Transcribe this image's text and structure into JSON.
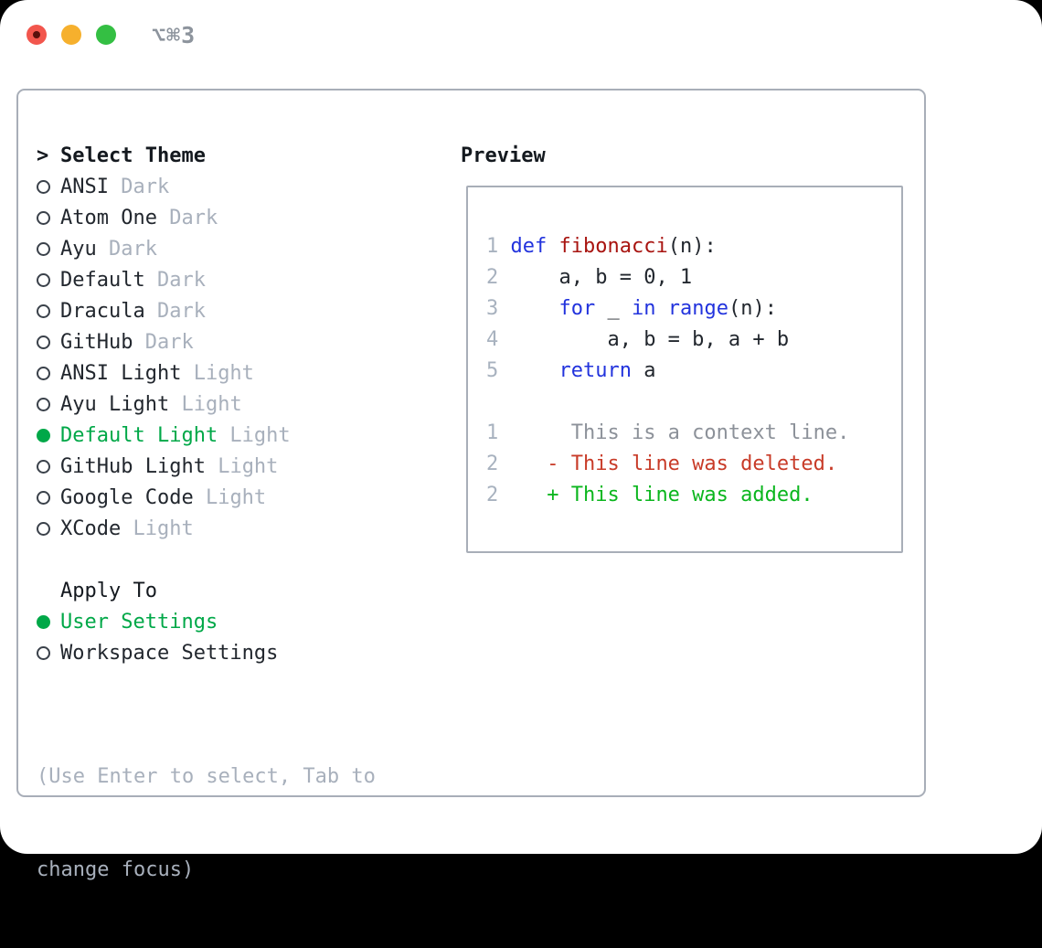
{
  "window": {
    "titlebar": {
      "title": "⌥⌘3"
    }
  },
  "colors": {
    "accent_green": "#00a848",
    "keyword_blue": "#2233dd",
    "function_red": "#a81410",
    "deleted_red": "#c83b28",
    "added_green": "#0bb61e",
    "text_dark": "#22272e",
    "header_dark": "#14191f",
    "muted_gray": "#a8b0bc",
    "linenum_gray": "#a8b2bf",
    "context_gray": "#8c9199",
    "border_gray": "#a8aeb8",
    "traffic_red": "#f2564d",
    "traffic_yellow": "#f6b02d",
    "traffic_green": "#34bf43"
  },
  "theme_list": {
    "prompt": ">",
    "header": "Select Theme",
    "items": [
      {
        "name": "ANSI",
        "tag": "Dark",
        "selected": false
      },
      {
        "name": "Atom One",
        "tag": "Dark",
        "selected": false
      },
      {
        "name": "Ayu",
        "tag": "Dark",
        "selected": false
      },
      {
        "name": "Default",
        "tag": "Dark",
        "selected": false
      },
      {
        "name": "Dracula",
        "tag": "Dark",
        "selected": false
      },
      {
        "name": "GitHub",
        "tag": "Dark",
        "selected": false
      },
      {
        "name": "ANSI Light",
        "tag": "Light",
        "selected": false
      },
      {
        "name": "Ayu Light",
        "tag": "Light",
        "selected": false
      },
      {
        "name": "Default Light",
        "tag": "Light",
        "selected": true
      },
      {
        "name": "GitHub Light",
        "tag": "Light",
        "selected": false
      },
      {
        "name": "Google Code",
        "tag": "Light",
        "selected": false
      },
      {
        "name": "XCode",
        "tag": "Light",
        "selected": false
      }
    ]
  },
  "apply_to": {
    "header": "Apply To",
    "options": [
      {
        "label": "User Settings",
        "selected": true
      },
      {
        "label": "Workspace Settings",
        "selected": false
      }
    ]
  },
  "help": {
    "line1": "(Use Enter to select, Tab to",
    "line2": "change focus)"
  },
  "preview": {
    "header": "Preview",
    "lines": [
      {
        "num": "1",
        "segments": [
          {
            "text": "def ",
            "color": "keyword_blue"
          },
          {
            "text": "fibonacci",
            "color": "function_red"
          },
          {
            "text": "(n):",
            "color": "text_dark"
          }
        ]
      },
      {
        "num": "2",
        "segments": [
          {
            "text": "    a, b = 0, 1",
            "color": "text_dark"
          }
        ]
      },
      {
        "num": "3",
        "segments": [
          {
            "text": "    ",
            "color": "text_dark"
          },
          {
            "text": "for",
            "color": "keyword_blue"
          },
          {
            "text": " _ ",
            "color": "text_dark"
          },
          {
            "text": "in",
            "color": "keyword_blue"
          },
          {
            "text": " ",
            "color": "text_dark"
          },
          {
            "text": "range",
            "color": "keyword_blue"
          },
          {
            "text": "(n):",
            "color": "text_dark"
          }
        ]
      },
      {
        "num": "4",
        "segments": [
          {
            "text": "        a, b = b, a + b",
            "color": "text_dark"
          }
        ]
      },
      {
        "num": "5",
        "segments": [
          {
            "text": "    ",
            "color": "text_dark"
          },
          {
            "text": "return",
            "color": "keyword_blue"
          },
          {
            "text": " a",
            "color": "text_dark"
          }
        ]
      },
      {
        "num": "",
        "segments": []
      },
      {
        "num": "1",
        "segments": [
          {
            "text": "     This is a context line.",
            "color": "context_gray"
          }
        ]
      },
      {
        "num": "2",
        "segments": [
          {
            "text": "   - This line was deleted.",
            "color": "deleted_red"
          }
        ]
      },
      {
        "num": "2",
        "segments": [
          {
            "text": "   + This line was added.",
            "color": "added_green"
          }
        ]
      }
    ]
  }
}
